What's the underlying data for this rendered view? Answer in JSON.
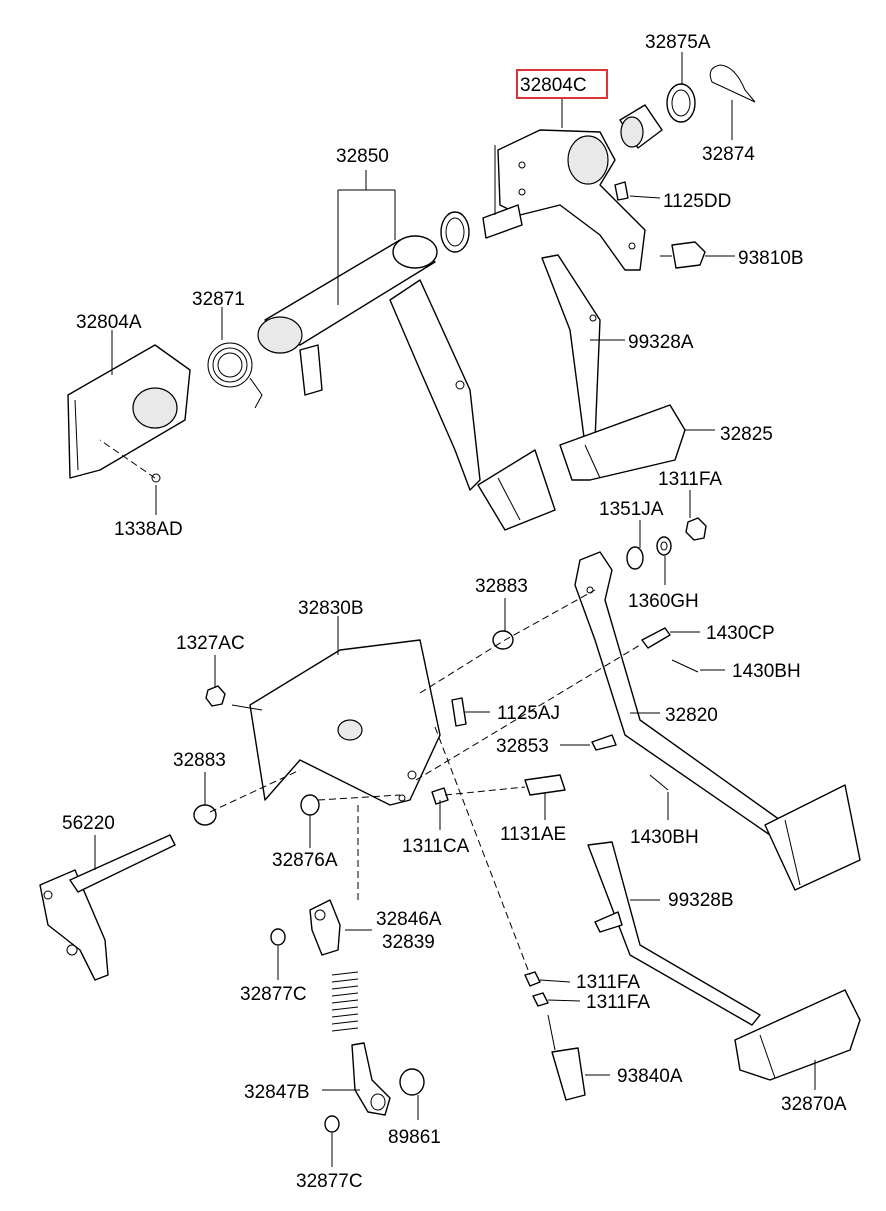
{
  "highlighted_part": "32804C",
  "labels": {
    "p32875A": "32875A",
    "p32804C": "32804C",
    "p32874": "32874",
    "p32850": "32850",
    "p1125DD": "1125DD",
    "p93810B": "93810B",
    "p32871": "32871",
    "p32804A": "32804A",
    "p99328A": "99328A",
    "p32825": "32825",
    "p1338AD": "1338AD",
    "p1311FA_a": "1311FA",
    "p1351JA": "1351JA",
    "p1360GH": "1360GH",
    "p32883_a": "32883",
    "p32830B": "32830B",
    "p1327AC": "1327AC",
    "p1430CP": "1430CP",
    "p1430BH_a": "1430BH",
    "p1125AJ": "1125AJ",
    "p32820": "32820",
    "p32853": "32853",
    "p32883_b": "32883",
    "p56220": "56220",
    "p1131AE": "1131AE",
    "p1311CA": "1311CA",
    "p1430BH_b": "1430BH",
    "p32876A": "32876A",
    "p99328B": "99328B",
    "p32846A": "32846A",
    "p32839": "32839",
    "p32877C_a": "32877C",
    "p1311FA_b": "1311FA",
    "p1311FA_c": "1311FA",
    "p32847B": "32847B",
    "p93840A": "93840A",
    "p89861": "89861",
    "p32870A": "32870A",
    "p32877C_b": "32877C"
  },
  "colors": {
    "highlight": "#e0303a",
    "line": "#000000"
  }
}
